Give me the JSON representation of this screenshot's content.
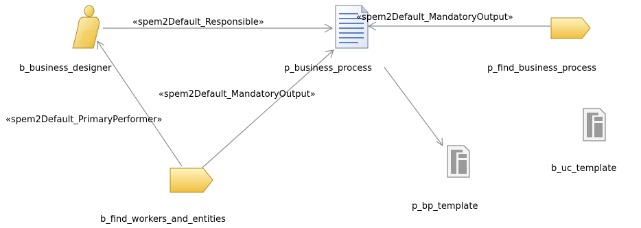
{
  "colors": {
    "background": "#ffffff",
    "edge": "#8c8c8c",
    "label_text": "#000000",
    "task_fill_light": "#fff2b8",
    "task_fill_dark": "#f0c040",
    "task_stroke": "#b38a1a",
    "document_lines": "#5b7fc8",
    "template_fill": "#9a9a9a"
  },
  "nodes": {
    "business_designer": {
      "label": "b_business_designer",
      "icon": "role-person-icon"
    },
    "business_process": {
      "label": "p_business_process",
      "icon": "work-product-document-icon"
    },
    "find_business_process": {
      "label": "p_find_business_process",
      "icon": "task-icon"
    },
    "find_workers_and_entities": {
      "label": "b_find_workers_and_entities",
      "icon": "task-icon"
    },
    "bp_template": {
      "label": "p_bp_template",
      "icon": "template-icon"
    },
    "uc_template": {
      "label": "b_uc_template",
      "icon": "template-icon"
    }
  },
  "edges": {
    "responsible": {
      "label": "«spem2Default_Responsible»"
    },
    "mandatory_output_top": {
      "label": "«spem2Default_MandatoryOutput»"
    },
    "mandatory_output_mid": {
      "label": "«spem2Default_MandatoryOutput»"
    },
    "primary_performer": {
      "label": "«spem2Default_PrimaryPerformer»"
    }
  }
}
